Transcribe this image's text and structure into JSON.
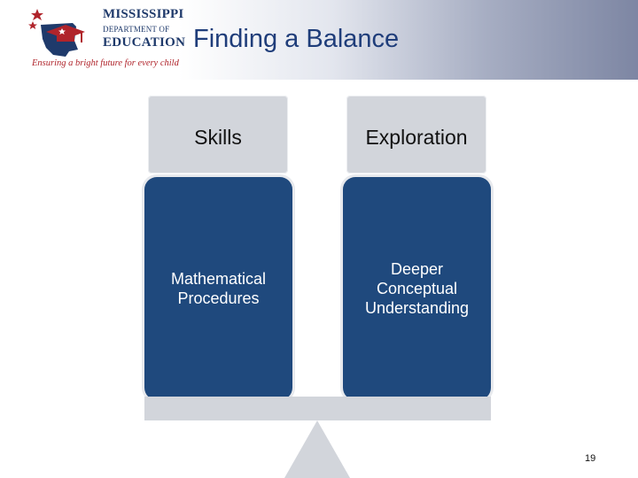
{
  "header": {
    "logo": {
      "line1": "MISSISSIPPI",
      "line2": "DEPARTMENT OF",
      "line3": "EDUCATION",
      "tagline": "Ensuring a bright future for every child"
    },
    "title": "Finding a Balance"
  },
  "scale": {
    "left": {
      "tab_label": "Skills",
      "panel_lines": [
        "Mathematical",
        "Procedures"
      ]
    },
    "right": {
      "tab_label": "Exploration",
      "panel_lines": [
        "Deeper",
        "Conceptual",
        "Understanding"
      ]
    }
  },
  "footer": {
    "page_number": "19"
  },
  "colors": {
    "panel": "#1f497d",
    "tab": "#d2d5db",
    "title": "#1f3d7a",
    "logo_red": "#b0242b",
    "logo_blue": "#1f3a6b"
  }
}
